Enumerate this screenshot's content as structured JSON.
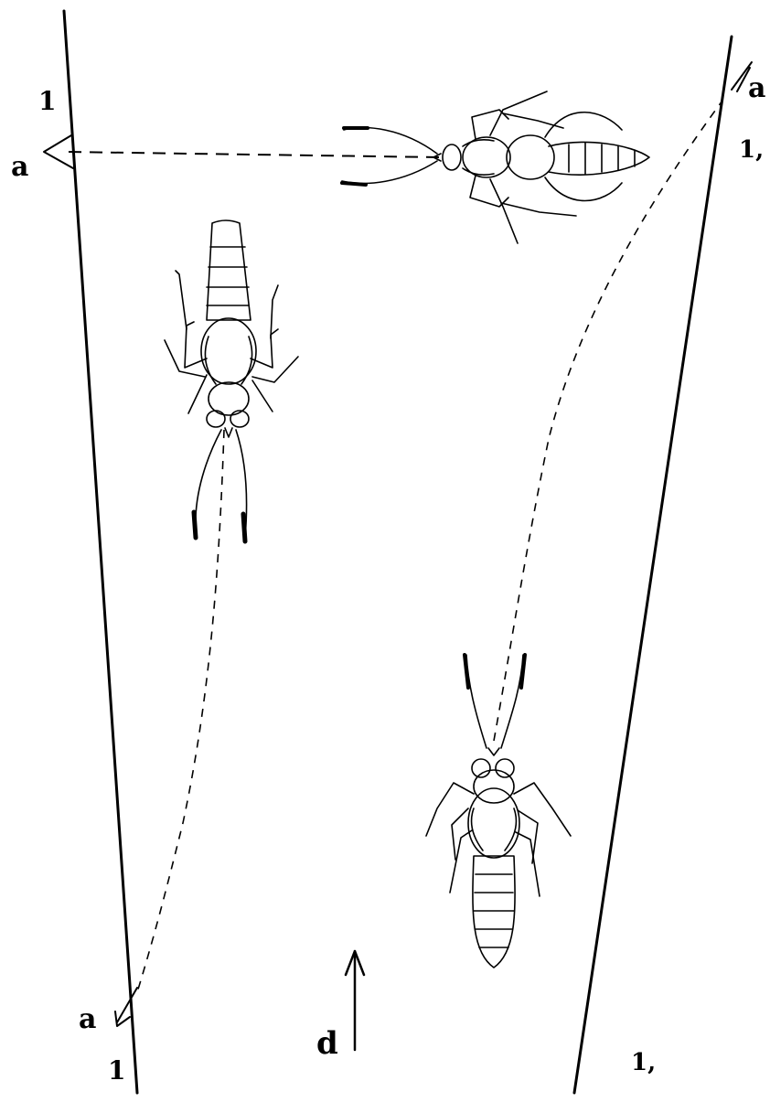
{
  "labels": {
    "top_left_wall": "1",
    "top_left_exit": "a",
    "top_right_exit": "a",
    "top_right_wall": "1,",
    "bottom_left_exit": "a",
    "bottom_left_wall": "1",
    "bottom_center_direction": "d",
    "bottom_right_wall": "1,"
  }
}
